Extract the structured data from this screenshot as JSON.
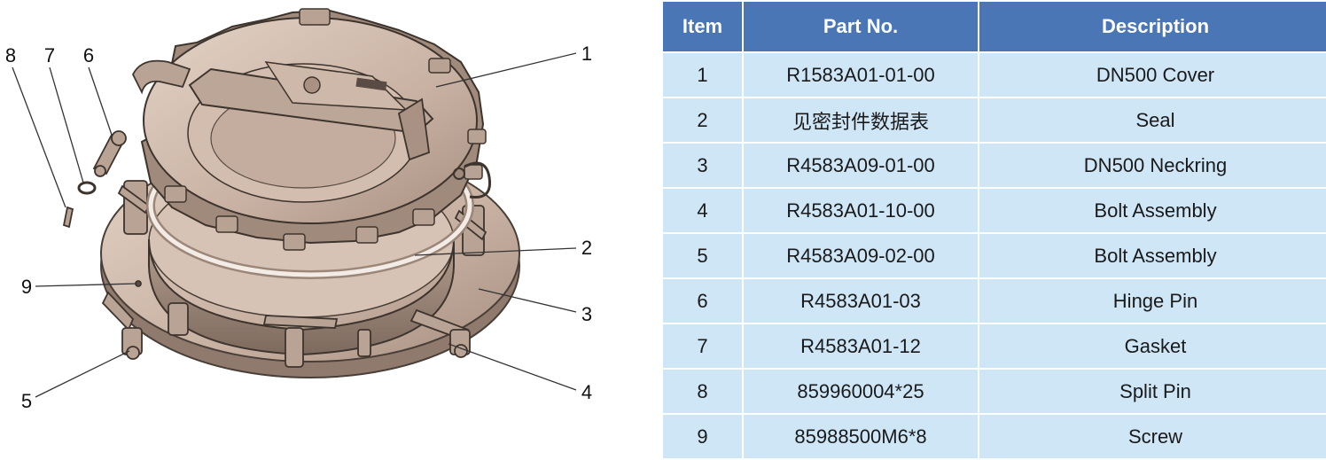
{
  "diagram": {
    "callouts": [
      "1",
      "2",
      "3",
      "4",
      "5",
      "6",
      "7",
      "8",
      "9"
    ]
  },
  "table": {
    "headers": {
      "item": "Item",
      "part_no": "Part No.",
      "description": "Description"
    },
    "rows": [
      {
        "item": "1",
        "part_no": "R1583A01-01-00",
        "description": "DN500 Cover"
      },
      {
        "item": "2",
        "part_no": "见密封件数据表",
        "description": "Seal"
      },
      {
        "item": "3",
        "part_no": "R4583A09-01-00",
        "description": "DN500 Neckring"
      },
      {
        "item": "4",
        "part_no": "R4583A01-10-00",
        "description": "Bolt Assembly"
      },
      {
        "item": "5",
        "part_no": "R4583A09-02-00",
        "description": "Bolt Assembly"
      },
      {
        "item": "6",
        "part_no": "R4583A01-03",
        "description": "Hinge Pin"
      },
      {
        "item": "7",
        "part_no": "R4583A01-12",
        "description": "Gasket"
      },
      {
        "item": "8",
        "part_no": "859960004*25",
        "description": "Split Pin"
      },
      {
        "item": "9",
        "part_no": "85988500M6*8",
        "description": "Screw"
      }
    ]
  },
  "colors": {
    "header_bg": "#4a76b5",
    "row_bg": "#cfe6f7",
    "metal": "#c9b3a4",
    "metal_dark": "#8f7a6d",
    "outline": "#4a3f38"
  }
}
